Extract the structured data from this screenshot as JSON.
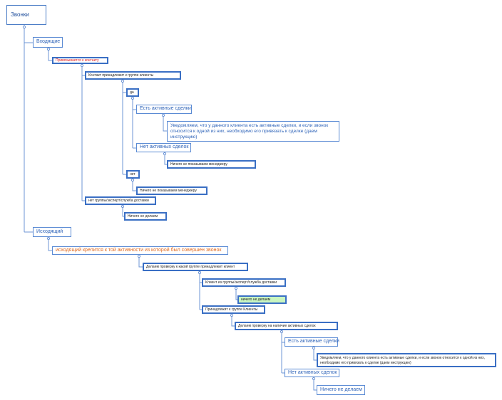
{
  "diagram": {
    "root": "Звонки",
    "incoming": {
      "label": "Входящие",
      "linked": "Привязывается к контакту",
      "group_check": "Контакт принадлежит к группе клиенты",
      "yes": "да",
      "active_deals": "Есть активные сделки",
      "notice": "Уведомляем,  что у данного клиента есть активные сделки, и если звонок относится к одной из них,  необходимо его привязать к сделке (даем инструкцию)",
      "no_active_deals": "Нет активных сделок",
      "no_active_show": "Ничего не показываем менеджеру",
      "no": "нет",
      "no_show": "Ничего не показываем менеджеру",
      "other_group": "нет группы/эксперт/служба доставки",
      "other_group_action": "Ничего не делаем"
    },
    "outgoing": {
      "label": "Исходящий",
      "attached": "исходящий крепится к той  активности из которой  был совершен звонок",
      "check_group": "Делаем проверку к  какой группе принадлежит клиент",
      "client_other": "Клиент из  группы/эксперт/служба доставки",
      "client_other_action": "ничего не делаем",
      "belongs_clients": "Принадлежит к группе Клиенты",
      "check_active": "Делаем проверку на наличие активных сделок",
      "active_deals": "Есть активные сделки",
      "notice": "Уведомляем,  что у данного клиента есть активные сделки, и если звонок относится к одной из них,  необходимо его привязать к сделке (даем инструкцию)",
      "no_active_deals": "Нет активных сделок",
      "nothing": "Ничего не делаем"
    }
  }
}
